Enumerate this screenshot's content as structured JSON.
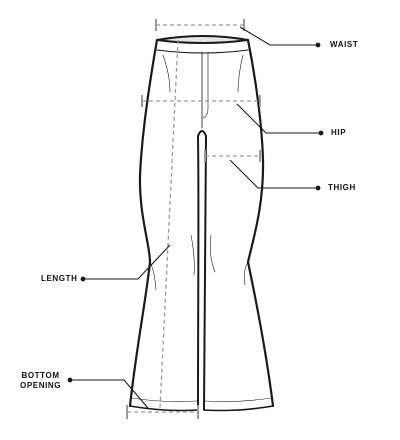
{
  "diagram": {
    "labels": {
      "waist": "WAIST",
      "hip": "HIP",
      "thigh": "THIGH",
      "length": "LENGTH",
      "bottom_opening_line1": "BOTTOM",
      "bottom_opening_line2": "OPENING"
    },
    "colors": {
      "outline": "#1a1a1a",
      "measure_guide": "#9a9a9a",
      "leader_line": "#1a1a1a",
      "waistband_fill": "#e6e6e6"
    }
  }
}
